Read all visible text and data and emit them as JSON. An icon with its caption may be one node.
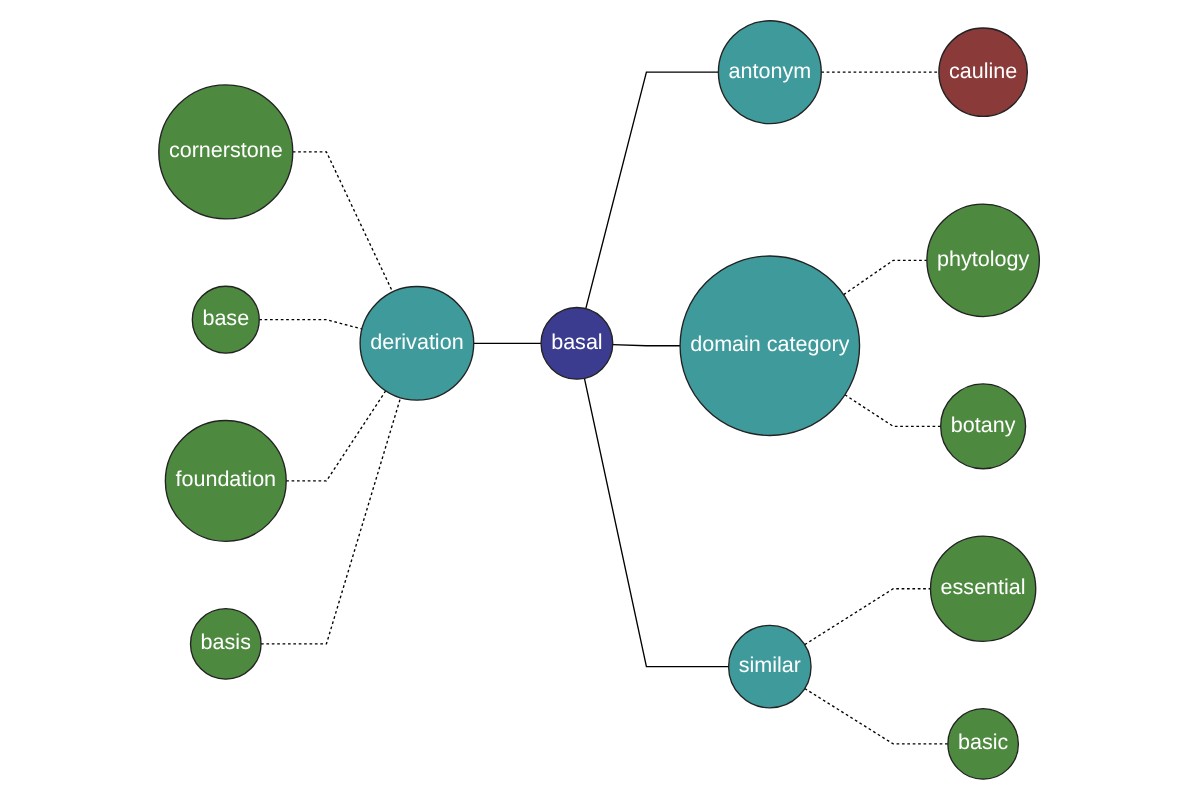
{
  "diagram": {
    "nodes": [
      {
        "text": [
          "basal"
        ]
      },
      {
        "text": [
          "antonym"
        ]
      },
      {
        "text": [
          "cauline"
        ]
      },
      {
        "text": [
          "derivation"
        ]
      },
      {
        "text": [
          "cornerstone"
        ]
      },
      {
        "text": [
          "base"
        ]
      },
      {
        "text": [
          "foundation"
        ]
      },
      {
        "text": [
          "basis"
        ]
      },
      {
        "text": [
          "domain category"
        ]
      },
      {
        "text": [
          "phytology"
        ]
      },
      {
        "text": [
          "botany"
        ]
      },
      {
        "text": [
          "similar"
        ]
      },
      {
        "text": [
          "essential"
        ]
      },
      {
        "text": [
          "basic"
        ]
      }
    ],
    "edges": [
      {
        "from": 4,
        "to": 3,
        "arrow": "none",
        "style": "dashed"
      },
      {
        "from": 5,
        "to": 3,
        "arrow": "none",
        "style": "dashed"
      },
      {
        "from": 6,
        "to": 3,
        "arrow": "none",
        "style": "dashed"
      },
      {
        "from": 7,
        "to": 3,
        "arrow": "none",
        "style": "dashed"
      },
      {
        "from": 3,
        "to": 0,
        "arrow": "none"
      },
      {
        "from": 0,
        "to": 1,
        "arrow": "none"
      },
      {
        "from": 1,
        "to": 2,
        "arrow": "none",
        "style": "dashed"
      },
      {
        "from": 0,
        "to": 8,
        "arrow": "none"
      },
      {
        "from": 8,
        "to": 9,
        "arrow": "none",
        "style": "dashed"
      },
      {
        "from": 8,
        "to": 10,
        "arrow": "none",
        "style": "dashed"
      },
      {
        "from": 0,
        "to": 11,
        "arrow": "none"
      },
      {
        "from": 11,
        "to": 12,
        "arrow": "none",
        "style": "dashed"
      },
      {
        "from": 11,
        "to": 13,
        "arrow": "none",
        "style": "dashed"
      }
    ]
  }
}
